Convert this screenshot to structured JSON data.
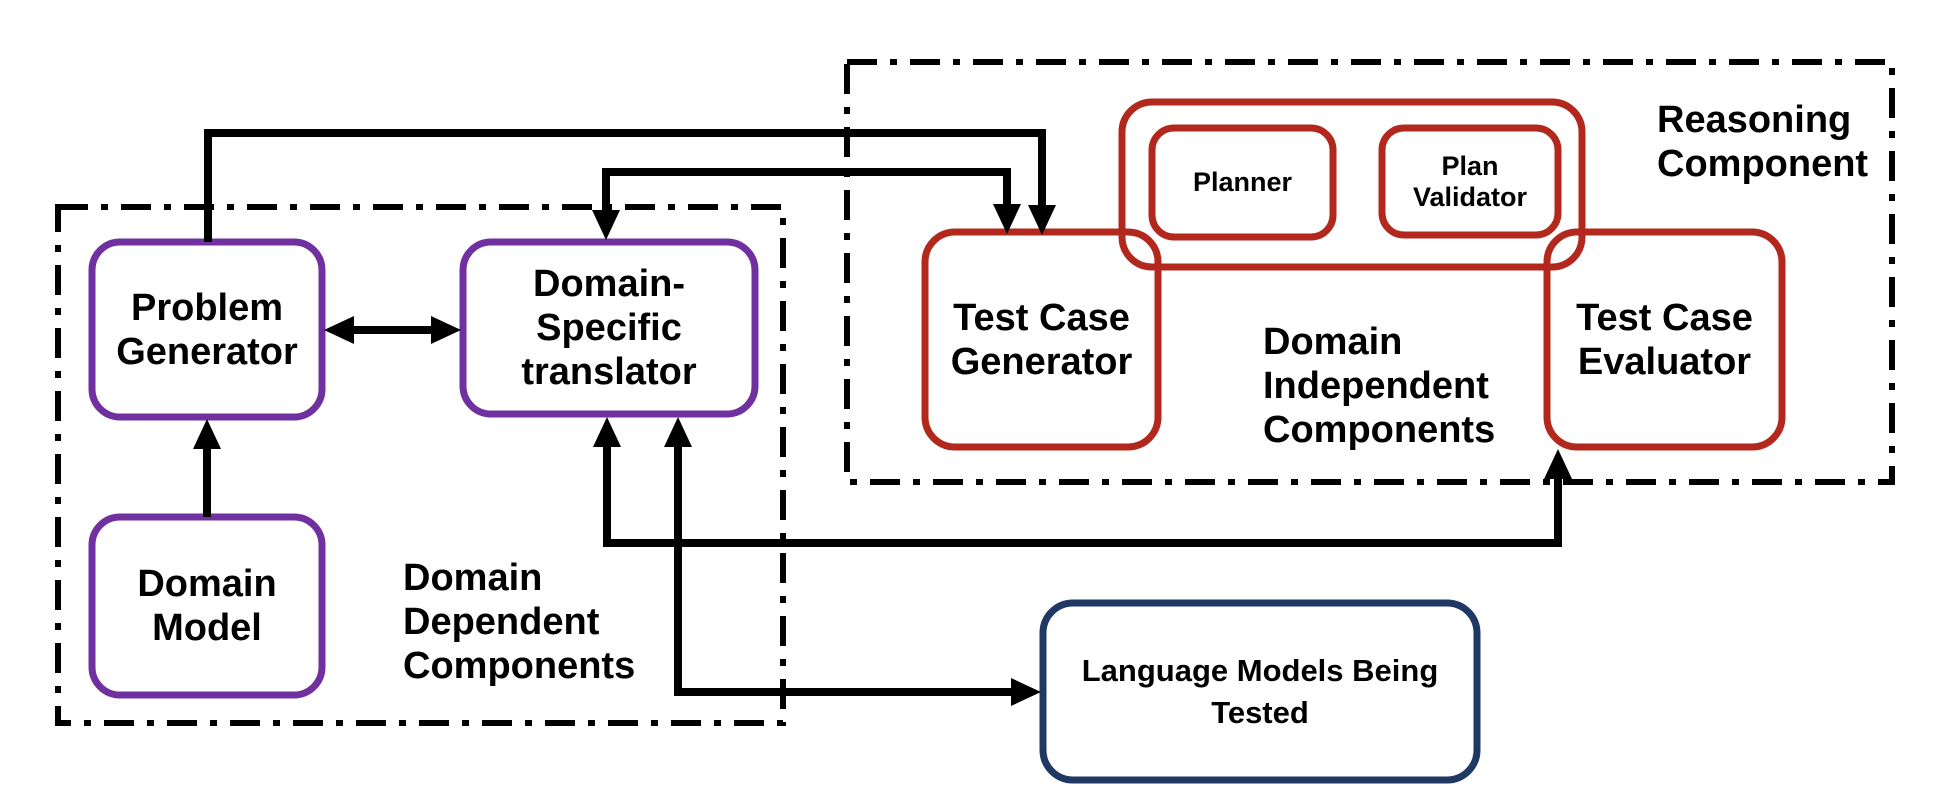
{
  "colors": {
    "purple": "#7030A0",
    "red": "#B2281C",
    "blue": "#1F3864",
    "black": "#000000"
  },
  "groups": {
    "domain_dependent": {
      "label": "Domain\nDependent\nComponents"
    },
    "domain_independent": {
      "label": "Domain\nIndependent\nComponents"
    },
    "reasoning": {
      "label": "Reasoning\nComponent"
    }
  },
  "nodes": {
    "problem_generator": {
      "label": "Problem\nGenerator"
    },
    "domain_specific_translator": {
      "label": "Domain-\nSpecific\ntranslator"
    },
    "domain_model": {
      "label": "Domain\nModel"
    },
    "test_case_generator": {
      "label": "Test Case\nGenerator"
    },
    "test_case_evaluator": {
      "label": "Test Case\nEvaluator"
    },
    "planner": {
      "label": "Planner"
    },
    "plan_validator": {
      "label": "Plan\nValidator"
    },
    "language_models_being_tested": {
      "label": "Language Models Being\nTested"
    }
  },
  "edges": [
    {
      "from": "problem_generator",
      "to": "test_case_generator",
      "type": "arrow"
    },
    {
      "from": "domain_specific_translator",
      "to": "test_case_generator",
      "type": "double-arrow"
    },
    {
      "from": "problem_generator",
      "to": "domain_specific_translator",
      "type": "double-arrow"
    },
    {
      "from": "domain_model",
      "to": "problem_generator",
      "type": "arrow"
    },
    {
      "from": "domain_specific_translator",
      "to": "test_case_evaluator",
      "type": "double-arrow"
    },
    {
      "from": "domain_specific_translator",
      "to": "language_models_being_tested",
      "type": "double-arrow"
    }
  ]
}
